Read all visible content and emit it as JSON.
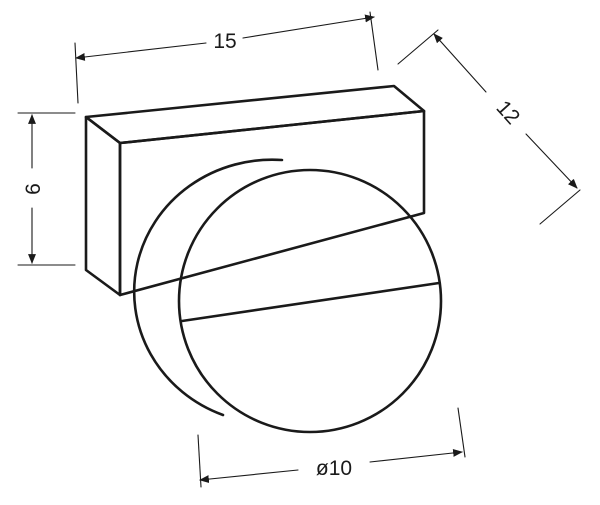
{
  "dimensions": {
    "width_label": "15",
    "height_label": "6",
    "depth_label": "12",
    "diameter_label": "ø10"
  }
}
